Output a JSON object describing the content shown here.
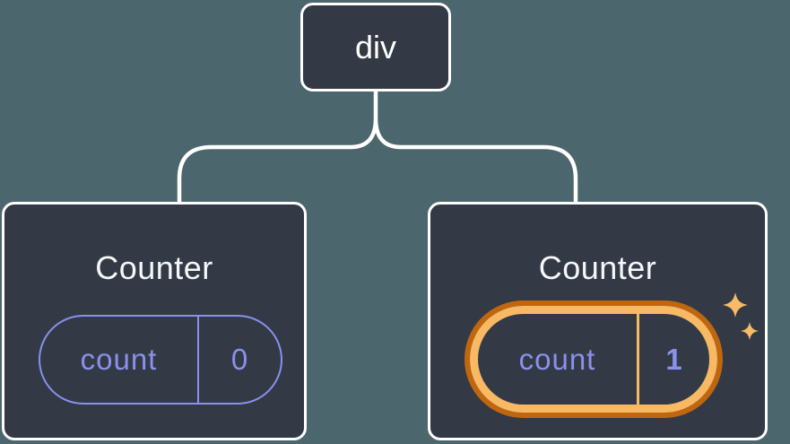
{
  "diagram": {
    "root_node": {
      "label": "div"
    },
    "components": [
      {
        "title": "Counter",
        "state": {
          "name": "count",
          "value": "0"
        },
        "highlighted": false
      },
      {
        "title": "Counter",
        "state": {
          "name": "count",
          "value": "1"
        },
        "highlighted": true
      }
    ],
    "icons": {
      "sparkles": "sparkles-icon"
    },
    "colors": {
      "background_color": "#4C666D",
      "card_background": "#333A46",
      "card_border": "#FFFFFF",
      "node_text": "#FFFFFF",
      "title_text": "#F6F7F9",
      "state_accent": "#8A90EC",
      "highlight_outer": "#C0660F",
      "highlight_inner": "#F8B964",
      "sparkle": "#F8BA66",
      "connector": "#FFFFFF"
    }
  }
}
